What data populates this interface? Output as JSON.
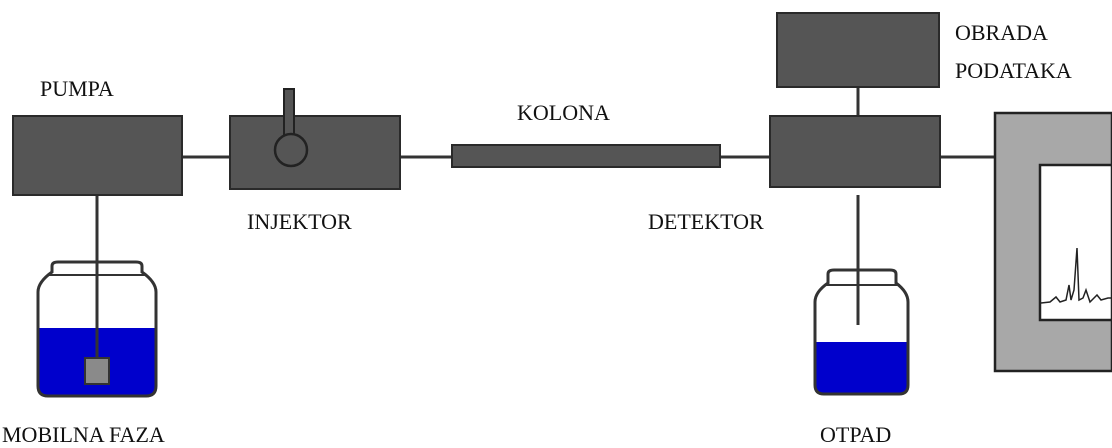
{
  "labels": {
    "pump": "PUMPA",
    "injector": "INJEKTOR",
    "column": "KOLONA",
    "detector": "DETEKTOR",
    "data_processing_line1": "OBRADA",
    "data_processing_line2": "PODATAKA",
    "mobile_phase": "MOBILNA FAZA",
    "waste": "OTPAD"
  },
  "colors": {
    "box_fill": "#555555",
    "line": "#333333",
    "liquid": "#0000cc",
    "recorder_frame": "#a8a8a8",
    "background": "#ffffff"
  }
}
